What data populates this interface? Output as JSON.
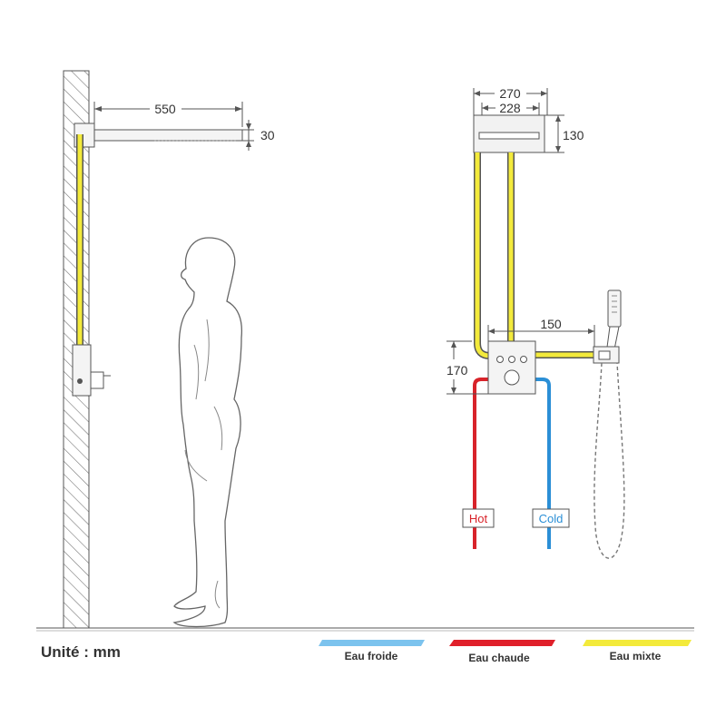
{
  "dimensions": {
    "arm_length": "550",
    "head_thickness": "30",
    "head_width_outer": "270",
    "head_width_inner": "228",
    "head_depth": "130",
    "valve_to_holder": "150",
    "valve_height": "170"
  },
  "pipe_tags": {
    "hot": "Hot",
    "cold": "Cold"
  },
  "unit_label": "Unité : mm",
  "legend": [
    {
      "label": "Eau froide",
      "color": "#7cc3ee"
    },
    {
      "label": "Eau chaude",
      "color": "#e0202a"
    },
    {
      "label": "Eau mixte",
      "color": "#f3ea3b"
    }
  ],
  "colors": {
    "cold": "#2b8fd6",
    "hot": "#d8232a",
    "mixed": "#f3ea3b"
  }
}
